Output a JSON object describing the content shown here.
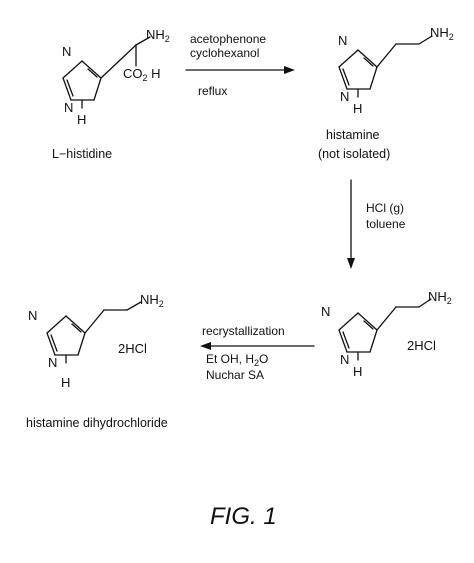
{
  "compounds": {
    "histidine": {
      "name": "L−histidine",
      "atoms": {
        "n1": "N",
        "n2": "N",
        "h": "H",
        "amine": "NH",
        "amine_sub": "2",
        "acid": "CO",
        "acid_sub": "2",
        "acid_tail": " H"
      }
    },
    "histamine": {
      "name": "histamine",
      "note": "(not isolated)",
      "atoms": {
        "n1": "N",
        "n2": "N",
        "h": "H",
        "amine": "NH",
        "amine_sub": "2"
      }
    },
    "salt_right": {
      "atoms": {
        "n1": "N",
        "n2": "N",
        "h": "H",
        "amine": "NH",
        "amine_sub": "2"
      },
      "counterion": "2HCl"
    },
    "salt_left": {
      "name": "histamine  dihydrochloride",
      "atoms": {
        "n1": "N",
        "n2": "N",
        "h": "H",
        "amine": "NH",
        "amine_sub": "2"
      },
      "counterion": "2HCl"
    }
  },
  "steps": {
    "step1": {
      "line1": "acetophenone",
      "line2": "cyclohexanol",
      "line3": "reflux"
    },
    "step2": {
      "line1": "HCl  (g)",
      "line2": "toluene"
    },
    "step3": {
      "line1": "recrystallization",
      "line2": "Et  OH,  H",
      "line2_sub": "2",
      "line2_tail": "O",
      "line3": "Nuchar  SA"
    }
  },
  "figure": {
    "caption": "FIG. 1"
  }
}
